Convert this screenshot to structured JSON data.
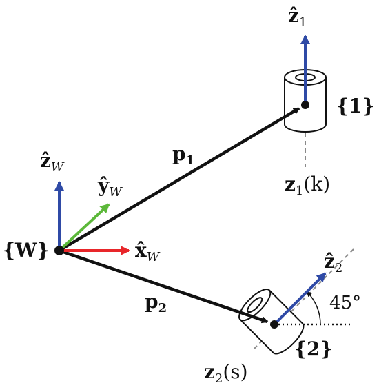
{
  "colors": {
    "axis_x": "#e8262a",
    "axis_y": "#5cb83a",
    "axis_z": "#2f4aa6",
    "vector": "#111111",
    "dashed": "#8a8a8a"
  },
  "labels": {
    "z1_hat": "ẑ",
    "z1_hat_sub": "1",
    "frame1": "{1}",
    "p1": "p",
    "p1_sub": "1",
    "z1": "z",
    "z1_sub": "1",
    "z1_tag": "(k)",
    "zW_hat": "ẑ",
    "zW_hat_sub": "W",
    "yW_hat": "ŷ",
    "yW_hat_sub": "W",
    "frameW": "{W}",
    "xW_hat": "x̂",
    "xW_hat_sub": "W",
    "z2_hat": "ẑ",
    "z2_hat_sub": "2",
    "angle": "45°",
    "p2": "p",
    "p2_sub": "2",
    "frame2": "{2}",
    "z2": "z",
    "z2_sub": "2",
    "z2_tag": "(s)"
  }
}
